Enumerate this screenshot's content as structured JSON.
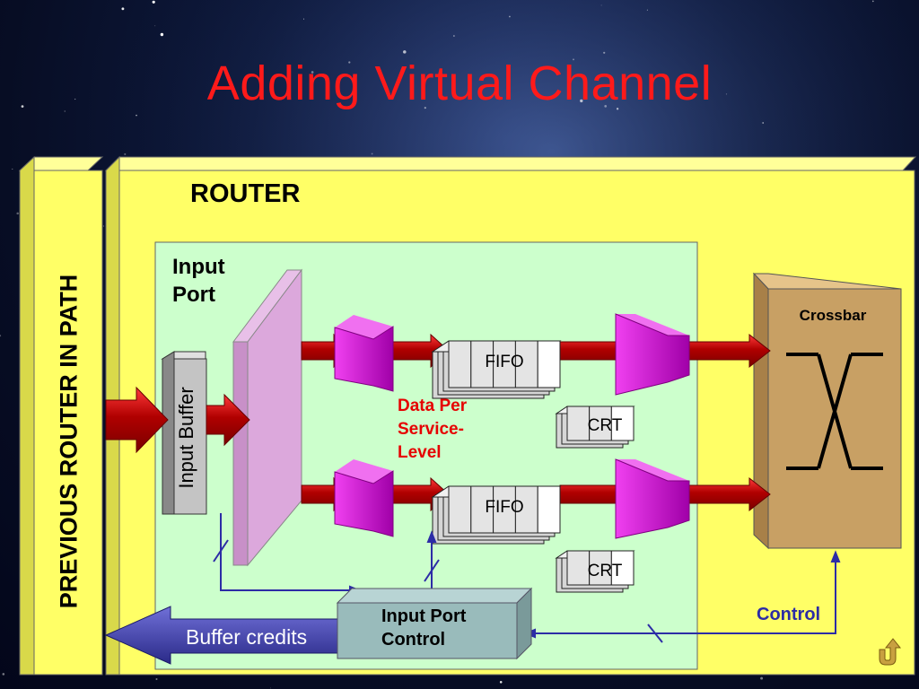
{
  "slide": {
    "title": "Adding Virtual Channel",
    "colors": {
      "title": "#ff1a1a",
      "router_box": "#ffff66",
      "input_port_box": "#ccffcc",
      "crossbar": "#c8a064",
      "arrow_red": "#cc0000",
      "arrow_blue": "#4b4bb0",
      "demux_magenta": "#cc00cc",
      "control_text": "#2c2ca6"
    }
  },
  "diagram": {
    "previous_router_label": "PREVIOUS ROUTER IN PATH",
    "router_label": "ROUTER",
    "input_port_label": "Input\nPort",
    "input_buffer_label": "Input Buffer",
    "fifo_labels": [
      "FIFO",
      "FIFO"
    ],
    "crt_labels": [
      "CRT",
      "CRT"
    ],
    "data_per_service_label": "Data Per\nService-\nLevel",
    "crossbar_label": "Crossbar",
    "input_port_control_label": "Input Port\nControl",
    "buffer_credits_label": "Buffer credits",
    "control_label": "Control"
  },
  "nav": {
    "return_icon": "return-arrow-icon"
  }
}
